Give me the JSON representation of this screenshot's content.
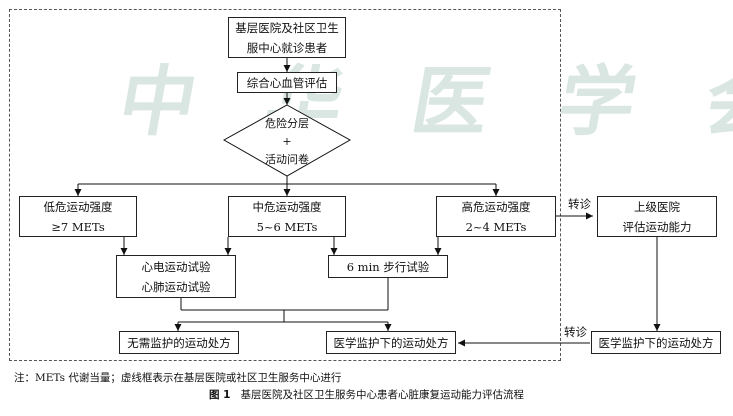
{
  "watermark": "中 华 医 学 会",
  "nodes": {
    "start": {
      "line1": "基层医院及社区卫生",
      "line2": "服中心就诊患者"
    },
    "assess": {
      "text": "综合心血管评估"
    },
    "decision": {
      "line1": "危险分层",
      "line2": "+",
      "line3": "活动问卷"
    },
    "low": {
      "line1": "低危运动强度",
      "line2": "≥7 METs"
    },
    "mid": {
      "line1": "中危运动强度",
      "line2": "5~6 METs"
    },
    "high": {
      "line1": "高危运动强度",
      "line2": "2~4 METs"
    },
    "ecg_test": {
      "line1": "心电运动试验",
      "line2": "心肺运动试验"
    },
    "walk_test": {
      "text": "6 min 步行试验"
    },
    "no_supervision": {
      "text": "无需监护的运动处方"
    },
    "supervised": {
      "text": "医学监护下的运动处方"
    },
    "upper_hospital": {
      "line1": "上级医院",
      "line2": "评估运动能力"
    },
    "upper_supervised": {
      "text": "医学监护下的运动处方"
    }
  },
  "edge_labels": {
    "referral_out": "转诊",
    "referral_back": "转诊"
  },
  "footnote": "注：METs 代谢当量；虚线框表示在基层医院或社区卫生服务中心进行",
  "caption": {
    "number": "图 1",
    "title": "基层医院及社区卫生服务中心患者心脏康复运动能力评估流程"
  }
}
